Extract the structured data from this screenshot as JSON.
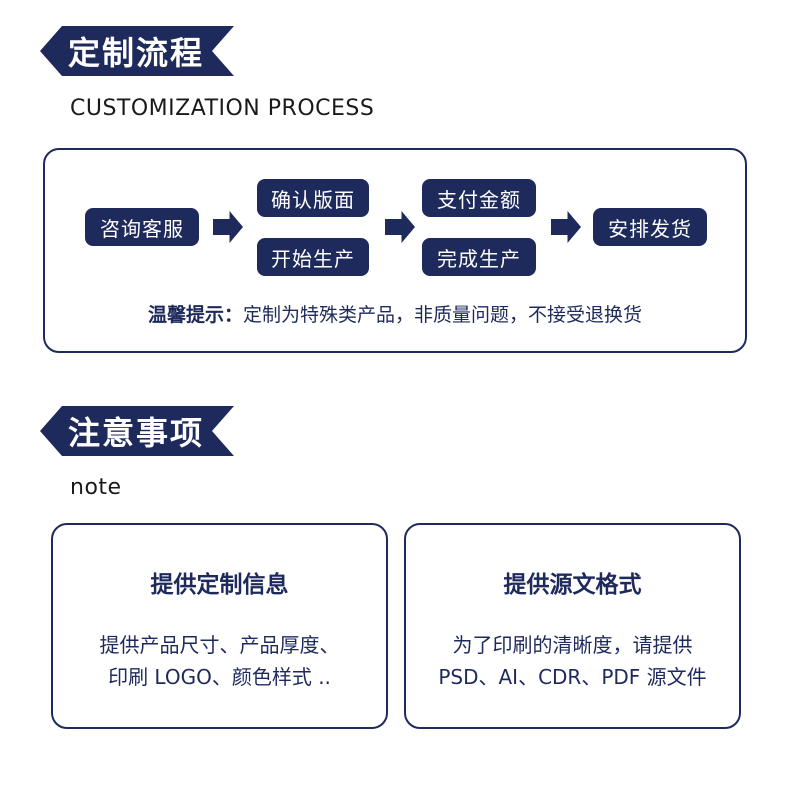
{
  "process": {
    "title": "定制流程",
    "subtitle": "CUSTOMIZATION PROCESS",
    "steps": {
      "consult": "咨询客服",
      "confirm": "确认版面",
      "produce": "开始生产",
      "pay": "支付金额",
      "complete": "完成生产",
      "ship": "安排发货"
    },
    "tip_label": "温馨提示：",
    "tip_text": "定制为特殊类产品，非质量问题，不接受退换货"
  },
  "notes": {
    "title": "注意事项",
    "subtitle": "note",
    "cards": [
      {
        "title": "提供定制信息",
        "line1": "提供产品尺寸、产品厚度、",
        "line2": "印刷 LOGO、颜色样式 .."
      },
      {
        "title": "提供源文格式",
        "line1": "为了印刷的清晰度，请提供",
        "line2": "PSD、AI、CDR、PDF 源文件"
      }
    ]
  },
  "colors": {
    "navy": "#1f2a5c",
    "white": "#ffffff"
  }
}
